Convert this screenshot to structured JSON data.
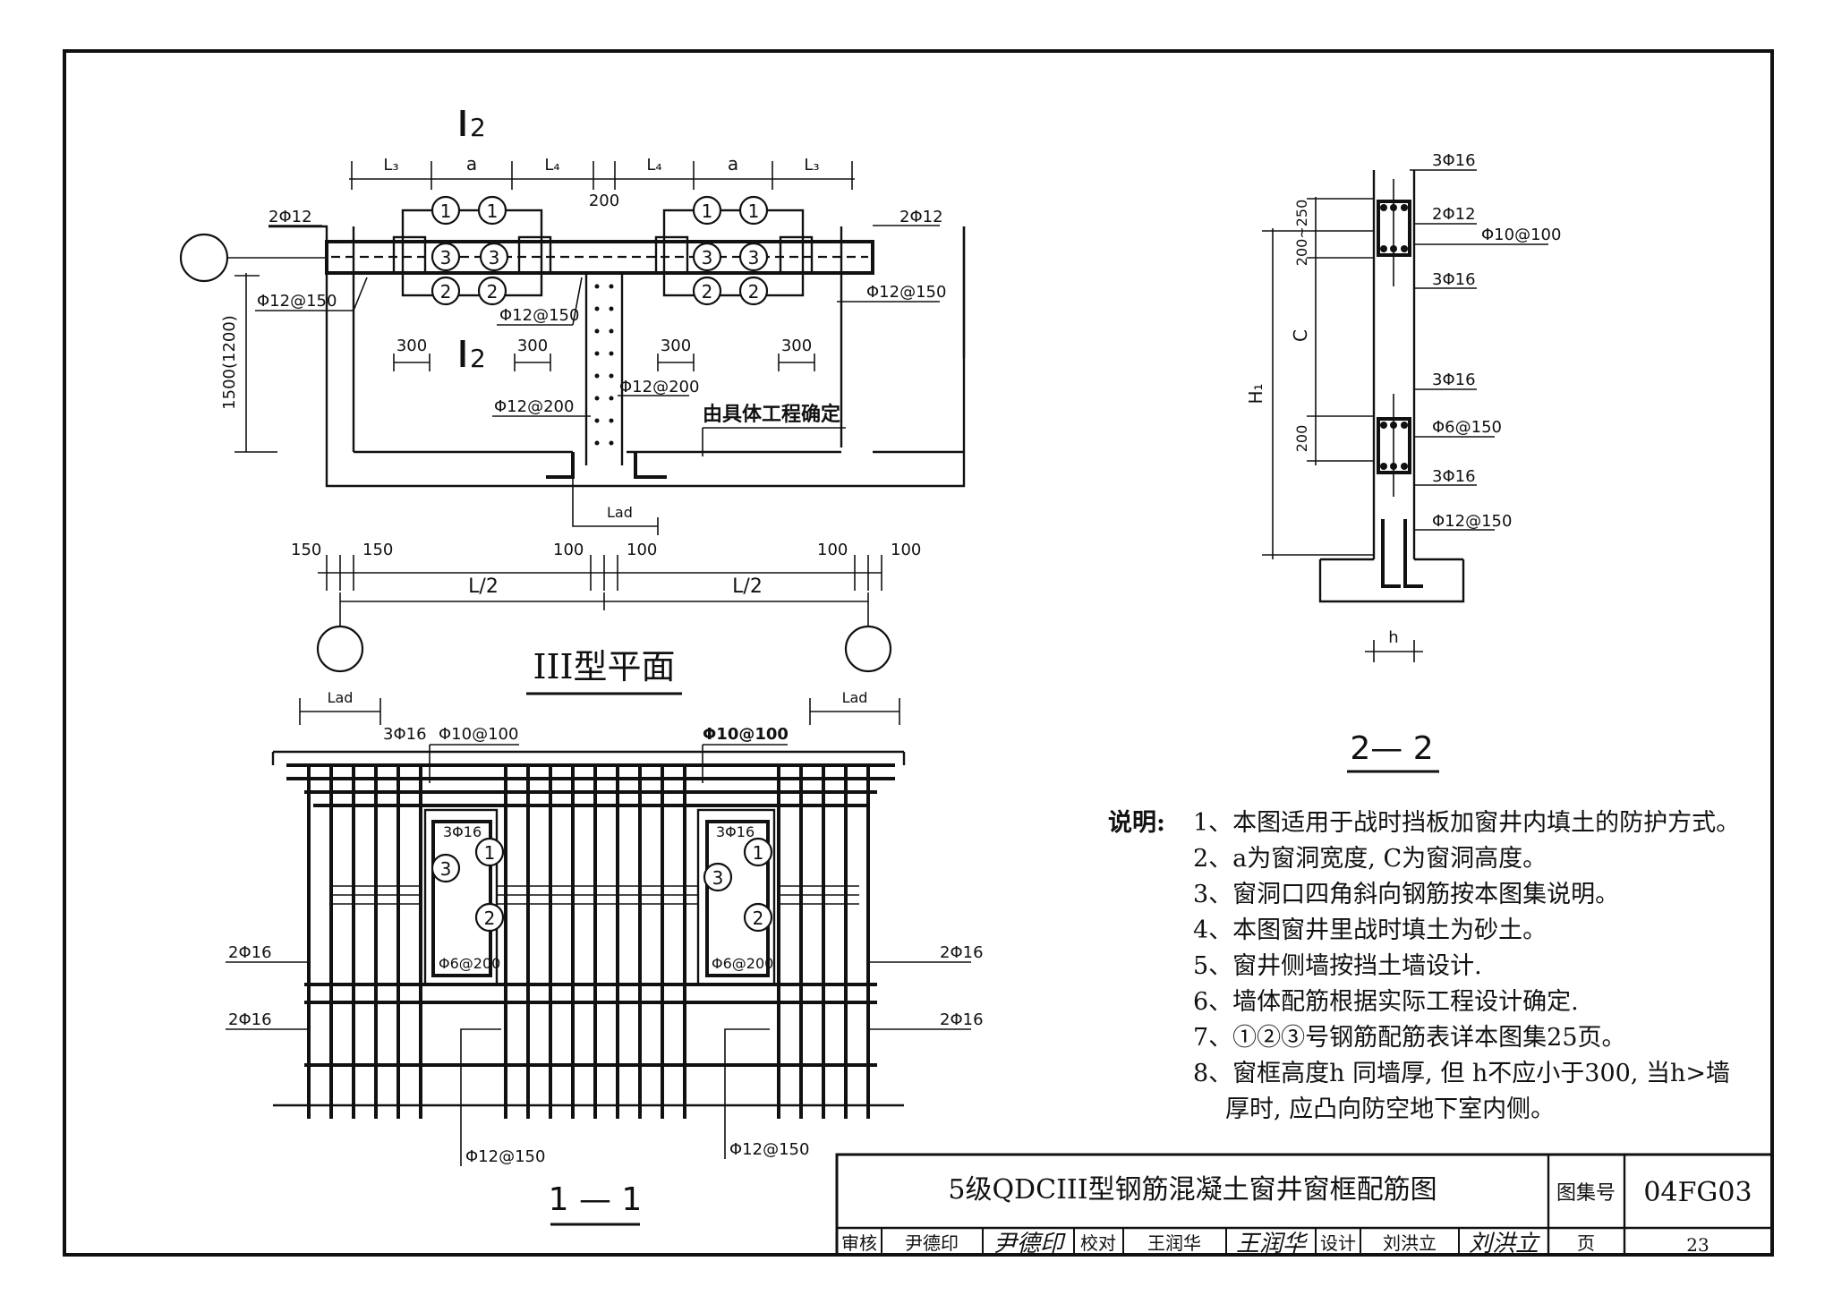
{
  "plan": {
    "title": "III型平面",
    "dim_L3": "L₃",
    "dim_a": "a",
    "dim_L4": "L₄",
    "dim_200": "200",
    "dim_300": "300",
    "dim_1500": "1500(1200)",
    "dim_150": "150",
    "dim_100": "100",
    "dim_Lhalf": "L/2",
    "dim_Lad": "Lad",
    "bar_2phi12": "2Φ12",
    "bar_phi12_150": "Φ12@150",
    "bar_phi12_200": "Φ12@200",
    "note_project": "由具体工程确定",
    "cut_mark": "2",
    "marker_1": "1",
    "marker_2": "2",
    "marker_3": "3"
  },
  "section_2_2": {
    "title": "2— 2",
    "bar_3phi16": "3Φ16",
    "bar_2phi12": "2Φ12",
    "bar_phi10_100": "Φ10@100",
    "bar_phi6_150": "Φ6@150",
    "bar_phi12_150": "Φ12@150",
    "dim_200_250": "200~250",
    "dim_C": "C",
    "dim_200": "200",
    "dim_H1": "H₁",
    "dim_h": "h"
  },
  "section_1_1": {
    "title": "1 — 1",
    "dim_Lad": "Lad",
    "bar_3phi16": "3Φ16",
    "bar_phi10_100": "Φ10@100",
    "bar_2phi16": "2Φ16",
    "bar_phi6_200": "Φ6@200",
    "bar_phi12_150": "Φ12@150"
  },
  "notes": {
    "label": "说明:",
    "items": [
      "1、本图适用于战时挡板加窗井内填土的防护方式。",
      "2、a为窗洞宽度, C为窗洞高度。",
      "3、窗洞口四角斜向钢筋按本图集说明。",
      "4、本图窗井里战时填土为砂土。",
      "5、窗井侧墙按挡土墙设计.",
      "6、墙体配筋根据实际工程设计确定.",
      "7、①②③号钢筋配筋表详本图集25页。",
      "8、窗框高度h 同墙厚, 但 h不应小于300, 当h>墙",
      "厚时, 应凸向防空地下室内侧。"
    ]
  },
  "title_block": {
    "title": "5级QDCIII型钢筋混凝土窗井窗框配筋图",
    "atlas_label": "图集号",
    "atlas_no": "04FG03",
    "review_label": "审核",
    "reviewer": "尹德印",
    "reviewer_sign": "尹德印",
    "check_label": "校对",
    "checker": "王润华",
    "checker_sign": "王润华",
    "design_label": "设计",
    "designer": "刘洪立",
    "designer_sign": "刘洪立",
    "page_label": "页",
    "page_no": "23"
  }
}
